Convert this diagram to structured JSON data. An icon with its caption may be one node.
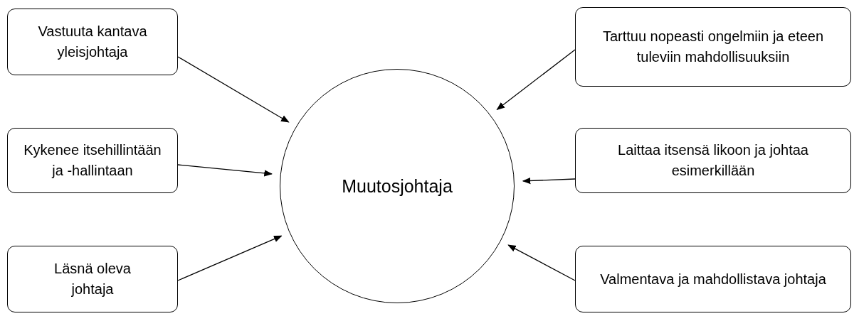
{
  "diagram": {
    "nodes": [
      {
        "text": [
          "Vastuuta kantava yleisjohtaja"
        ]
      },
      {
        "text": [
          "Kykenee itsehillintään ja -hallintaan"
        ]
      },
      {
        "text": [
          "Läsnä oleva johtaja"
        ]
      },
      {
        "text": [
          "Muutosjohtaja"
        ]
      },
      {
        "text": [
          "Tarttuu nopeasti ongelmiin ja eteen tuleviin mahdollisuuksiin"
        ]
      },
      {
        "text": [
          "Laittaa itsensä likoon ja johtaa esimerkillään"
        ]
      },
      {
        "text": [
          "Valmentava ja mahdollistava johtaja"
        ]
      }
    ],
    "edges": [
      {
        "from": 0,
        "to": 3,
        "arrow": "to"
      },
      {
        "from": 1,
        "to": 3,
        "arrow": "to"
      },
      {
        "from": 2,
        "to": 3,
        "arrow": "to"
      },
      {
        "from": 4,
        "to": 3,
        "arrow": "to"
      },
      {
        "from": 5,
        "to": 3,
        "arrow": "to"
      },
      {
        "from": 6,
        "to": 3,
        "arrow": "to"
      }
    ]
  }
}
